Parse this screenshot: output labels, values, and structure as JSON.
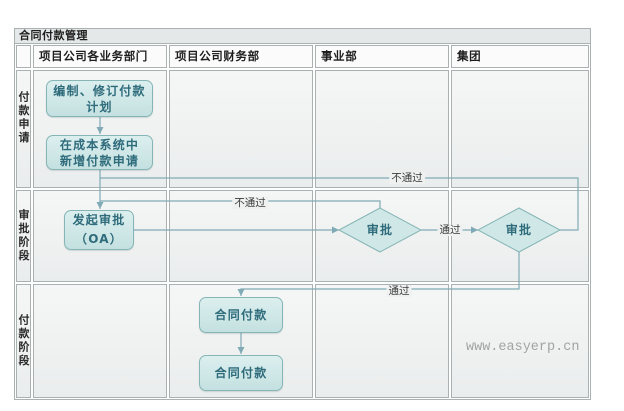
{
  "diagram": {
    "title": "合同付款管理",
    "columns": [
      {
        "label": "项目公司各业务部门"
      },
      {
        "label": "项目公司财务部"
      },
      {
        "label": "事业部"
      },
      {
        "label": "集团"
      }
    ],
    "lanes": [
      {
        "label": "付款申请"
      },
      {
        "label": "审批阶段"
      },
      {
        "label": "付款阶段"
      }
    ],
    "nodes": {
      "prepare_plan": {
        "lines": [
          "编制、修订付款",
          "计划"
        ]
      },
      "cost_system_apply": {
        "lines": [
          "在成本系统中",
          "新增付款申请"
        ]
      },
      "initiate_approval": {
        "lines": [
          "发起审批",
          "（OA）"
        ]
      },
      "division_approval": {
        "label": "审批"
      },
      "group_approval": {
        "label": "审批"
      },
      "contract_payment_1": {
        "label": "合同付款"
      },
      "contract_payment_2": {
        "label": "合同付款"
      }
    },
    "edge_labels": {
      "division_reject": "不通过",
      "group_reject": "不通过",
      "division_pass": "通过",
      "group_pass": "通过"
    }
  },
  "watermark": "www.easyerp.cn",
  "colors": {
    "node_fill": "#cfe7e7",
    "node_border": "#86b5b5",
    "node_text": "#2e6b7b",
    "connector": "#80aab5",
    "grid_line": "#a9b1b1",
    "cell_fill": "#eff1f1",
    "header_fill": "#fbfbfb",
    "title_fill": "#e5e8e8",
    "watermark": "#a3a3a3"
  }
}
